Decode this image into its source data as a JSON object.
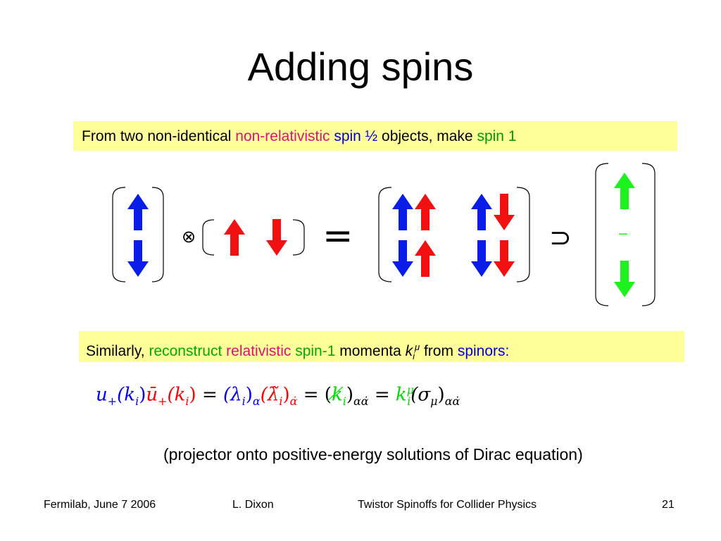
{
  "title": "Adding spins",
  "box1": {
    "part1": "From two non-identical ",
    "part2": "non-relativistic",
    "part3": "spin ½",
    "part4": " objects, make ",
    "part5": "spin 1"
  },
  "diagram": {
    "tensor_symbol": "⊗",
    "equals_symbol": "=",
    "contains_symbol": "⊃",
    "dash": "–",
    "colors": {
      "blue": "#0a1de8",
      "red": "#f21010",
      "green": "#1ef21e"
    }
  },
  "box2": {
    "part1": "Similarly, ",
    "part2": "reconstruct",
    "part3": "relativistic",
    "part4": "spin-1",
    "part5": " momenta ",
    "part6": "k",
    "part7": "i",
    "part8": "μ",
    "part9": " from ",
    "part10": "spinors:"
  },
  "equation": {
    "u": "u",
    "plus": "+",
    "ki": "(k",
    "i": "i",
    "close": ")",
    "ubar": "ū",
    "eq": " = ",
    "lambda": "(λ",
    "alpha": "α",
    "lambdatilde": "(λ̃",
    "alphadot": "α̇",
    "kslash_open": "(",
    "kslash": "k̸",
    "alphaalphadot": "αα̇",
    "k": "k",
    "mu": "μ",
    "sigma": "(σ",
    "mu_sub": "μ"
  },
  "projector": "(projector onto positive-energy solutions of Dirac equation)",
  "footer": {
    "left": "Fermilab, June 7 2006",
    "author": "L. Dixon",
    "talk": "Twistor Spinoffs for Collider Physics",
    "page": "21"
  }
}
